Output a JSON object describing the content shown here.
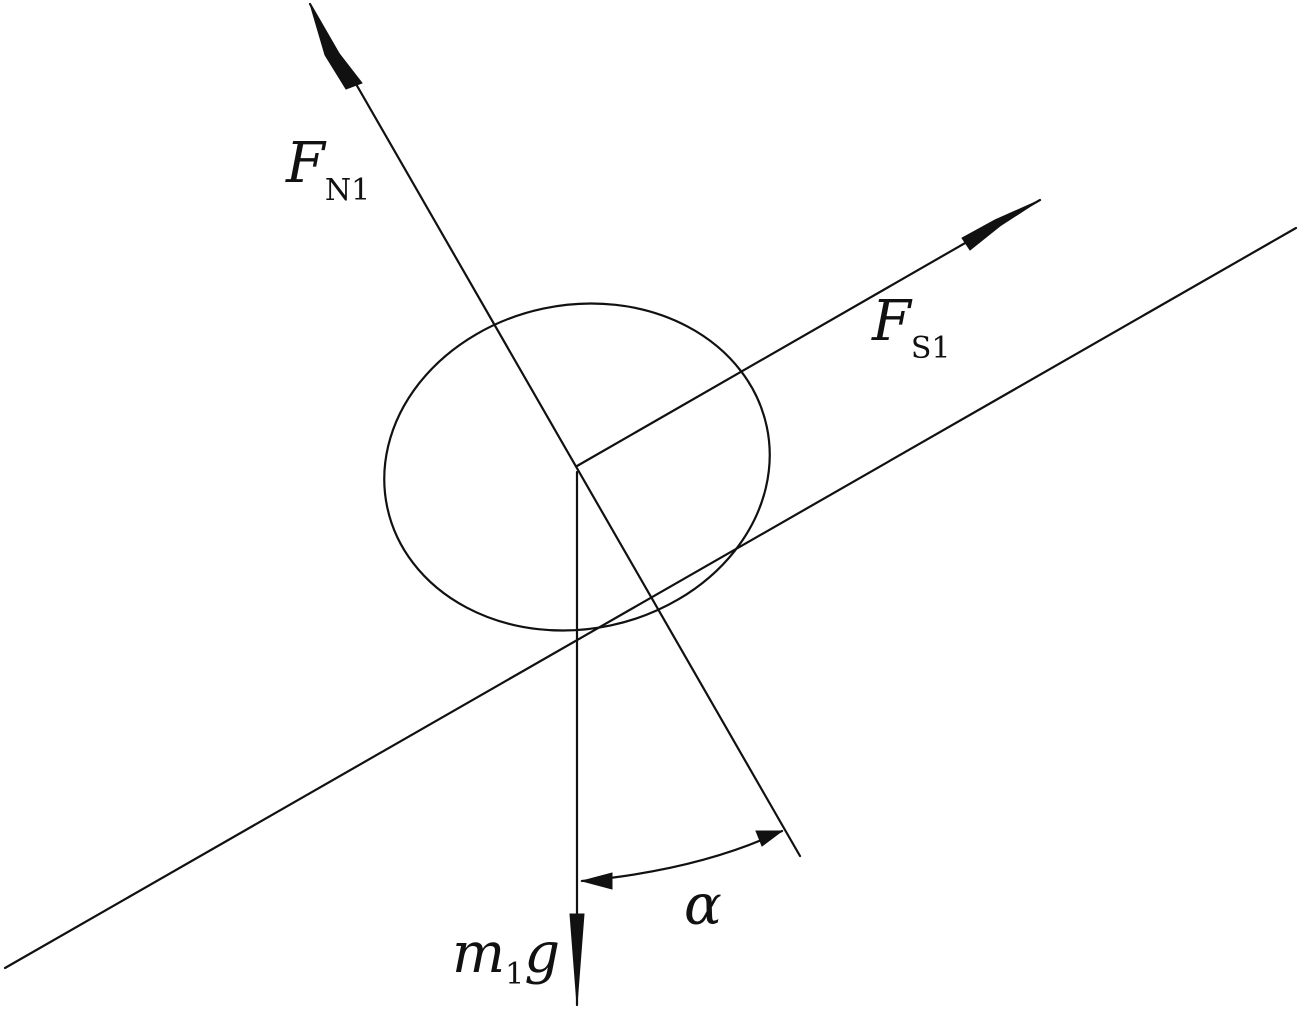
{
  "labels": {
    "normal_force": {
      "main": "F",
      "sub": "N1"
    },
    "friction_force": {
      "main": "F",
      "sub": "S1"
    },
    "gravity": {
      "main": "m",
      "sub": "1",
      "suffix": "g"
    },
    "angle": "α"
  },
  "colors": {
    "stroke": "#111111",
    "background": "#ffffff"
  }
}
